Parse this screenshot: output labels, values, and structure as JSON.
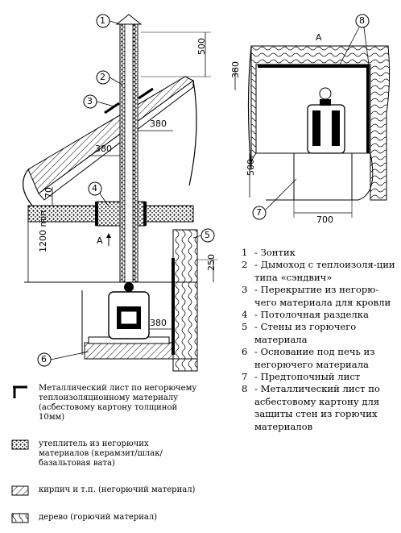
{
  "callouts": [
    "1",
    "2",
    "3",
    "4",
    "5",
    "6",
    "7",
    "8"
  ],
  "dimensions": {
    "d500_top": "500",
    "d380_roof": "380",
    "d380_roof2": "380",
    "d70": "70",
    "d1200": "1200 min",
    "d250": "250",
    "d380_stove": "380",
    "d380_plan": "380",
    "d500_plan": "500",
    "d700": "700"
  },
  "markers": {
    "a_side": "A",
    "a_plan": "A"
  },
  "legend": [
    {
      "num": "1",
      "text": "- Зонтик"
    },
    {
      "num": "2",
      "text": "- Дымоход с теплоизоля-ции типа «сэндвич»"
    },
    {
      "num": "3",
      "text": "- Перекрытие из негорю-чего материала для кровли"
    },
    {
      "num": "4",
      "text": "- Потолочная разделка"
    },
    {
      "num": "5",
      "text": "- Стены из горючего материала"
    },
    {
      "num": "6",
      "text": "- Основание под печь из негорючего материала"
    },
    {
      "num": "7",
      "text": "- Предтопочный лист"
    },
    {
      "num": "8",
      "text": "- Металлический лист по асбестовому картону для защиты стен из горючих материалов"
    }
  ],
  "key": {
    "metal": "Металлический лист по негорючему теплоизоляционному материалу (асбестовому картону толщиной 10мм)",
    "insulation": "утеплитель из негорючих материалов (керамзит/шлак/базальтовая вата)",
    "brick": "кирпич и т.п. (негорючий материал)",
    "wood": "дерево (горючий материал)"
  }
}
